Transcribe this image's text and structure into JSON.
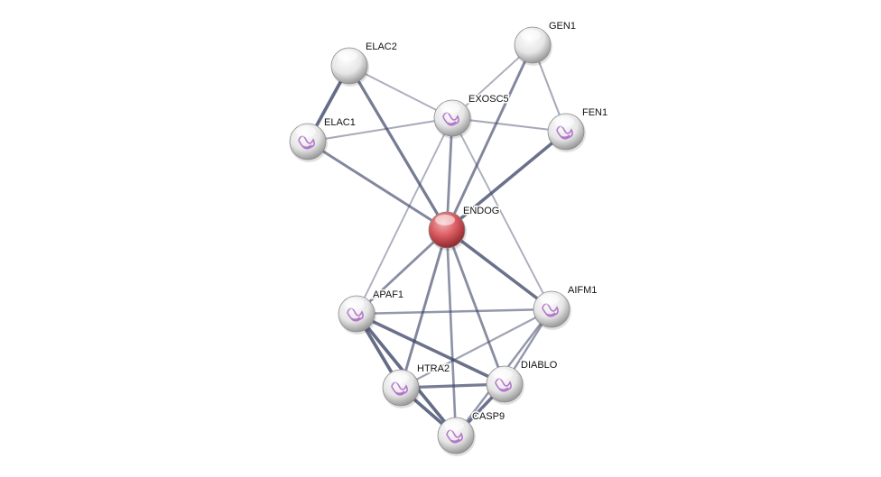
{
  "network": {
    "query_node": "ENDOG",
    "colors": {
      "query": "#d0565c",
      "node": "#e8e8e8",
      "edge": "#3c4466",
      "structure": "#a050c0"
    },
    "nodes": [
      {
        "id": "ELAC2",
        "structure": false
      },
      {
        "id": "GEN1",
        "structure": false
      },
      {
        "id": "EXOSC5",
        "structure": true
      },
      {
        "id": "ELAC1",
        "structure": true
      },
      {
        "id": "FEN1",
        "structure": true
      },
      {
        "id": "ENDOG",
        "structure": false
      },
      {
        "id": "APAF1",
        "structure": true
      },
      {
        "id": "AIFM1",
        "structure": true
      },
      {
        "id": "HTRA2",
        "structure": true
      },
      {
        "id": "DIABLO",
        "structure": true
      },
      {
        "id": "CASP9",
        "structure": true
      }
    ],
    "edges": [
      {
        "a": "ELAC2",
        "b": "ELAC1",
        "score": 0.9
      },
      {
        "a": "ELAC2",
        "b": "EXOSC5",
        "score": 0.3
      },
      {
        "a": "ELAC2",
        "b": "ENDOG",
        "score": 0.75
      },
      {
        "a": "ELAC1",
        "b": "EXOSC5",
        "score": 0.35
      },
      {
        "a": "ELAC1",
        "b": "ENDOG",
        "score": 0.65
      },
      {
        "a": "GEN1",
        "b": "EXOSC5",
        "score": 0.3
      },
      {
        "a": "GEN1",
        "b": "FEN1",
        "score": 0.35
      },
      {
        "a": "GEN1",
        "b": "ENDOG",
        "score": 0.65
      },
      {
        "a": "EXOSC5",
        "b": "FEN1",
        "score": 0.35
      },
      {
        "a": "EXOSC5",
        "b": "ENDOG",
        "score": 0.6
      },
      {
        "a": "EXOSC5",
        "b": "APAF1",
        "score": 0.3
      },
      {
        "a": "EXOSC5",
        "b": "AIFM1",
        "score": 0.3
      },
      {
        "a": "FEN1",
        "b": "ENDOG",
        "score": 0.85
      },
      {
        "a": "ENDOG",
        "b": "APAF1",
        "score": 0.6
      },
      {
        "a": "ENDOG",
        "b": "AIFM1",
        "score": 0.85
      },
      {
        "a": "ENDOG",
        "b": "HTRA2",
        "score": 0.65
      },
      {
        "a": "ENDOG",
        "b": "DIABLO",
        "score": 0.6
      },
      {
        "a": "ENDOG",
        "b": "CASP9",
        "score": 0.55
      },
      {
        "a": "APAF1",
        "b": "AIFM1",
        "score": 0.5
      },
      {
        "a": "APAF1",
        "b": "HTRA2",
        "score": 0.9
      },
      {
        "a": "APAF1",
        "b": "DIABLO",
        "score": 0.85
      },
      {
        "a": "APAF1",
        "b": "CASP9",
        "score": 0.9
      },
      {
        "a": "AIFM1",
        "b": "HTRA2",
        "score": 0.4
      },
      {
        "a": "AIFM1",
        "b": "DIABLO",
        "score": 0.5
      },
      {
        "a": "AIFM1",
        "b": "CASP9",
        "score": 0.5
      },
      {
        "a": "HTRA2",
        "b": "DIABLO",
        "score": 0.75
      },
      {
        "a": "HTRA2",
        "b": "CASP9",
        "score": 0.9
      },
      {
        "a": "DIABLO",
        "b": "CASP9",
        "score": 0.85
      }
    ]
  }
}
